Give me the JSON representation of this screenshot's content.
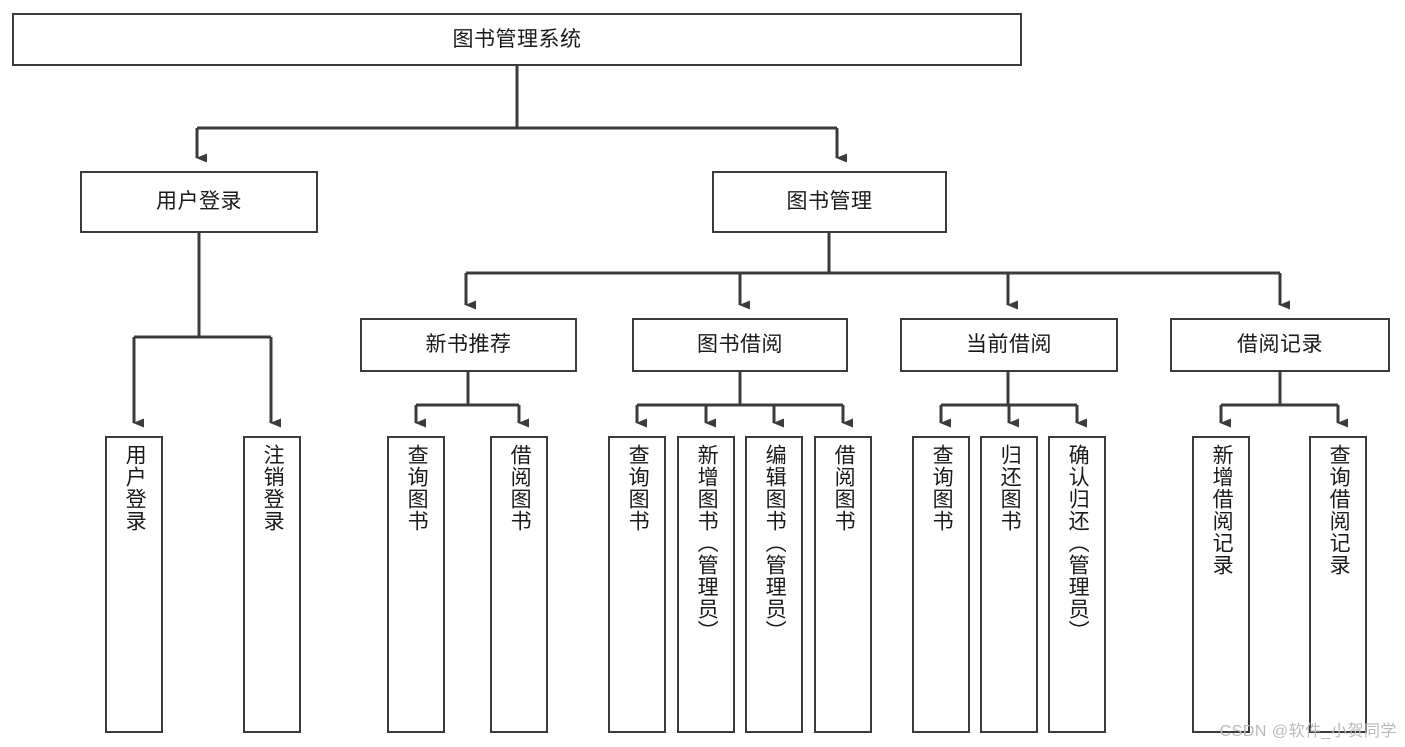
{
  "diagram": {
    "title": "图书管理系统",
    "watermark": "CSDN @软件_小贺同学",
    "stroke_color": "#3b3b3b",
    "fill_color": "#ffffff",
    "text_color": "#1a1a1a",
    "watermark_color": "#b9b9b9"
  },
  "nodes": {
    "root": {
      "label": "图书管理系统",
      "level": 1,
      "orientation": "horizontal"
    },
    "user_login": {
      "label": "用户登录",
      "level": 2,
      "orientation": "horizontal"
    },
    "book_manage": {
      "label": "图书管理",
      "level": 2,
      "orientation": "horizontal"
    },
    "new_book_rec": {
      "label": "新书推荐",
      "level": 3,
      "orientation": "horizontal"
    },
    "book_borrow": {
      "label": "图书借阅",
      "level": 3,
      "orientation": "horizontal"
    },
    "current_borrow": {
      "label": "当前借阅",
      "level": 3,
      "orientation": "horizontal"
    },
    "borrow_record": {
      "label": "借阅记录",
      "level": 3,
      "orientation": "horizontal"
    },
    "leaf_user_login": {
      "label": "用户登录",
      "level": 4,
      "orientation": "vertical"
    },
    "leaf_logout": {
      "label": "注销登录",
      "level": 4,
      "orientation": "vertical"
    },
    "leaf_query_book_1": {
      "label": "查询图书",
      "level": 4,
      "orientation": "vertical"
    },
    "leaf_borrow_book_1": {
      "label": "借阅图书",
      "level": 4,
      "orientation": "vertical"
    },
    "leaf_query_book_2": {
      "label": "查询图书",
      "level": 4,
      "orientation": "vertical"
    },
    "leaf_add_book": {
      "label": "新增图书（管理员）",
      "level": 4,
      "orientation": "vertical"
    },
    "leaf_edit_book": {
      "label": "编辑图书（管理员）",
      "level": 4,
      "orientation": "vertical"
    },
    "leaf_borrow_book_2": {
      "label": "借阅图书",
      "level": 4,
      "orientation": "vertical"
    },
    "leaf_query_book_3": {
      "label": "查询图书",
      "level": 4,
      "orientation": "vertical"
    },
    "leaf_return_book": {
      "label": "归还图书",
      "level": 4,
      "orientation": "vertical"
    },
    "leaf_confirm_return": {
      "label": "确认归还（管理员）",
      "level": 4,
      "orientation": "vertical"
    },
    "leaf_add_record": {
      "label": "新增借阅记录",
      "level": 4,
      "orientation": "vertical"
    },
    "leaf_query_record": {
      "label": "查询借阅记录",
      "level": 4,
      "orientation": "vertical"
    }
  },
  "edges": [
    {
      "from": "root",
      "to": "user_login"
    },
    {
      "from": "root",
      "to": "book_manage"
    },
    {
      "from": "user_login",
      "to": "leaf_user_login"
    },
    {
      "from": "user_login",
      "to": "leaf_logout"
    },
    {
      "from": "book_manage",
      "to": "new_book_rec"
    },
    {
      "from": "book_manage",
      "to": "book_borrow"
    },
    {
      "from": "book_manage",
      "to": "current_borrow"
    },
    {
      "from": "book_manage",
      "to": "borrow_record"
    },
    {
      "from": "new_book_rec",
      "to": "leaf_query_book_1"
    },
    {
      "from": "new_book_rec",
      "to": "leaf_borrow_book_1"
    },
    {
      "from": "book_borrow",
      "to": "leaf_query_book_2"
    },
    {
      "from": "book_borrow",
      "to": "leaf_add_book"
    },
    {
      "from": "book_borrow",
      "to": "leaf_edit_book"
    },
    {
      "from": "book_borrow",
      "to": "leaf_borrow_book_2"
    },
    {
      "from": "current_borrow",
      "to": "leaf_query_book_3"
    },
    {
      "from": "current_borrow",
      "to": "leaf_return_book"
    },
    {
      "from": "current_borrow",
      "to": "leaf_confirm_return"
    },
    {
      "from": "borrow_record",
      "to": "leaf_add_record"
    },
    {
      "from": "borrow_record",
      "to": "leaf_query_record"
    }
  ]
}
